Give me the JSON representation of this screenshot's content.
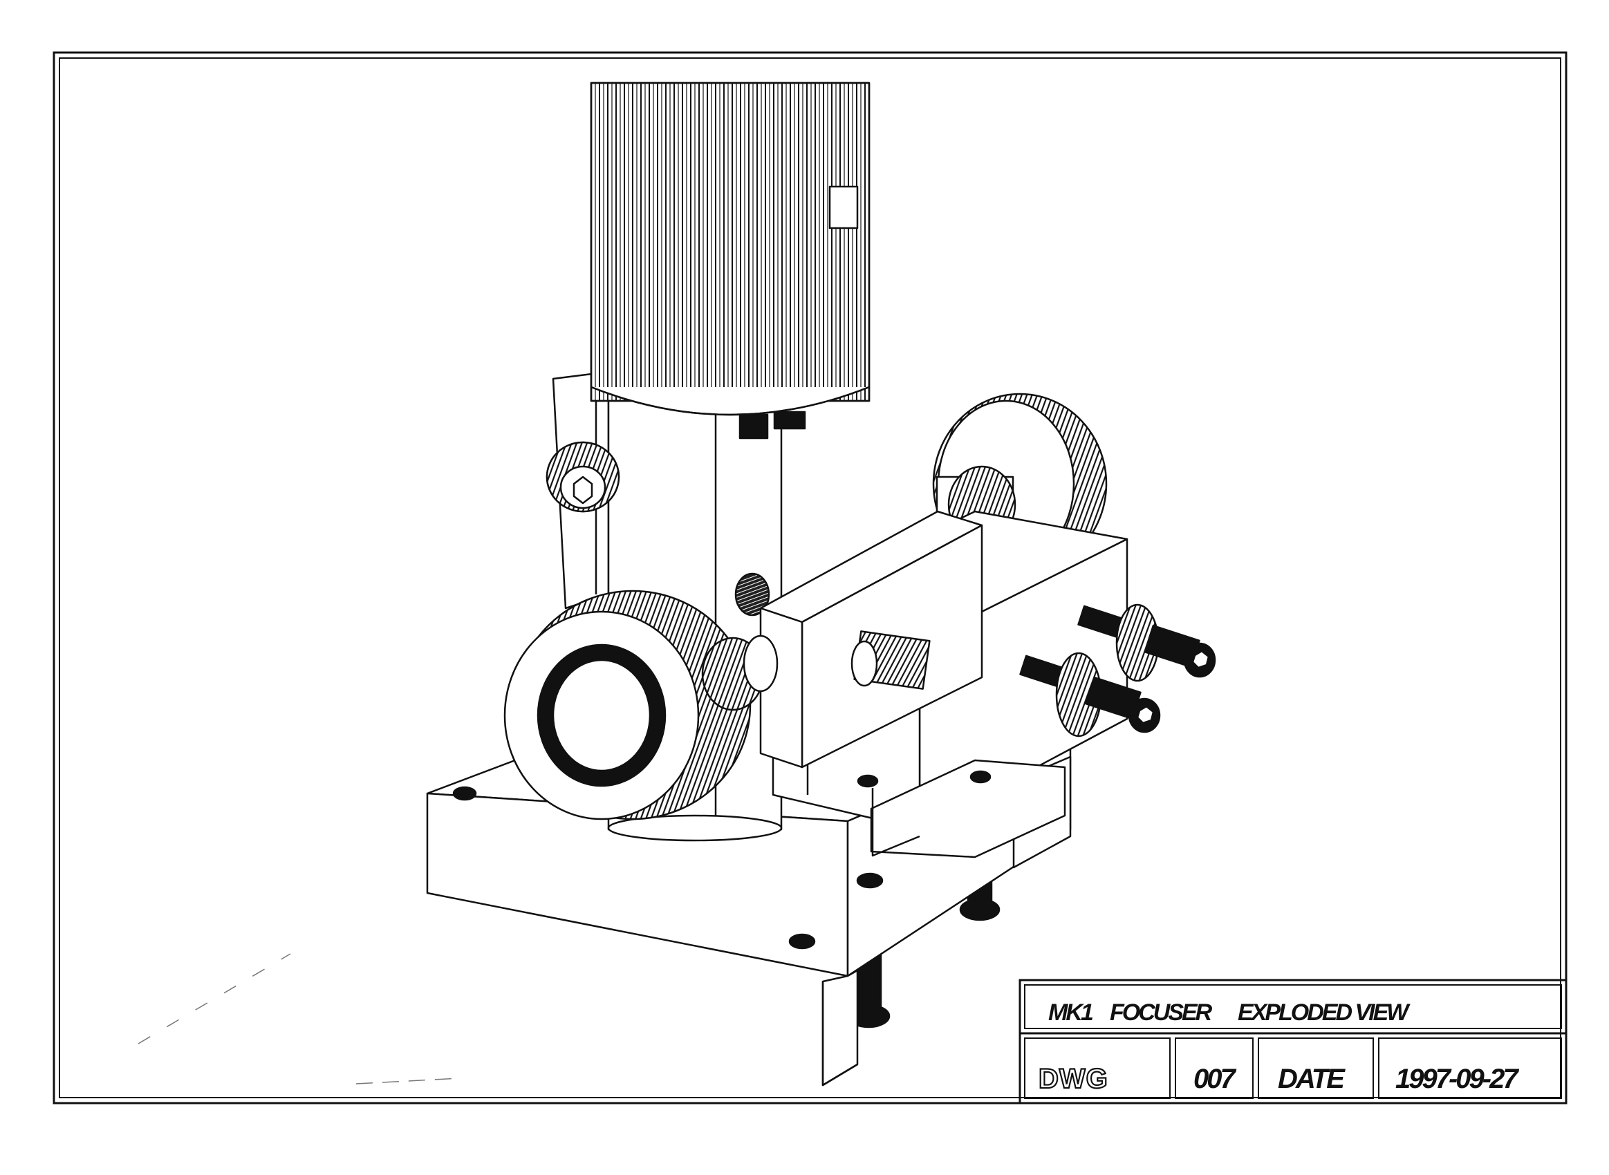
{
  "title_block": {
    "title_part1": "MK1",
    "title_part2": "FOCUSER",
    "title_part3": "EXPLODED VIEW",
    "dwg_label": "DWG",
    "dwg_number": "007",
    "date_label": "DATE",
    "date_value": "1997-09-27"
  }
}
